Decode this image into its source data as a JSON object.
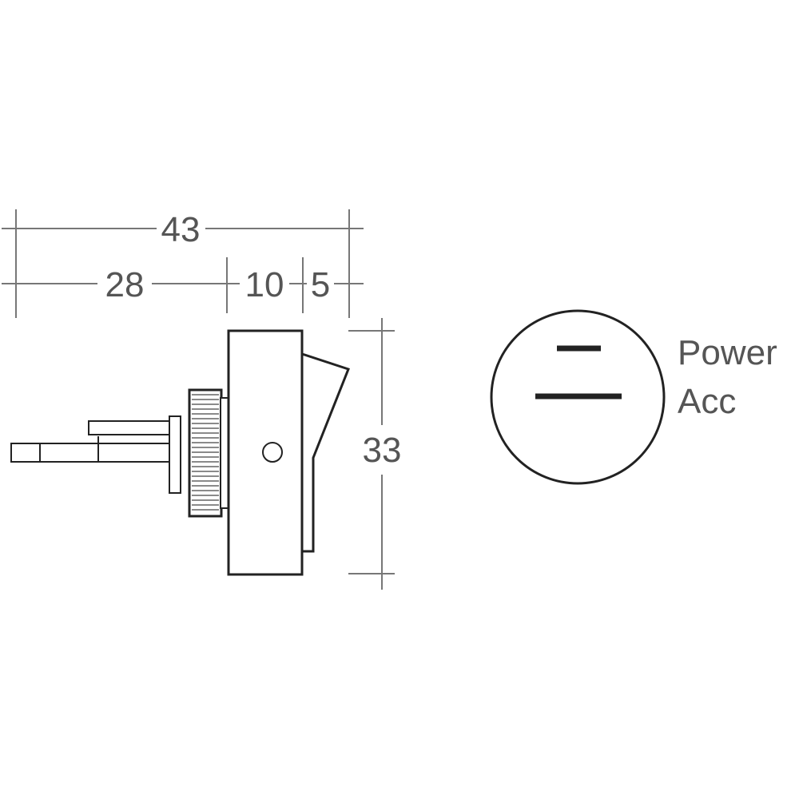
{
  "dimensions": {
    "overall_length": "43",
    "terminal_length": "28",
    "body_depth": "10",
    "rocker_depth": "5",
    "height": "33"
  },
  "symbol": {
    "power_label": "Power",
    "acc_label": "Acc"
  },
  "colors": {
    "line": "#222222",
    "dimension": "#777777",
    "text": "#555555"
  }
}
